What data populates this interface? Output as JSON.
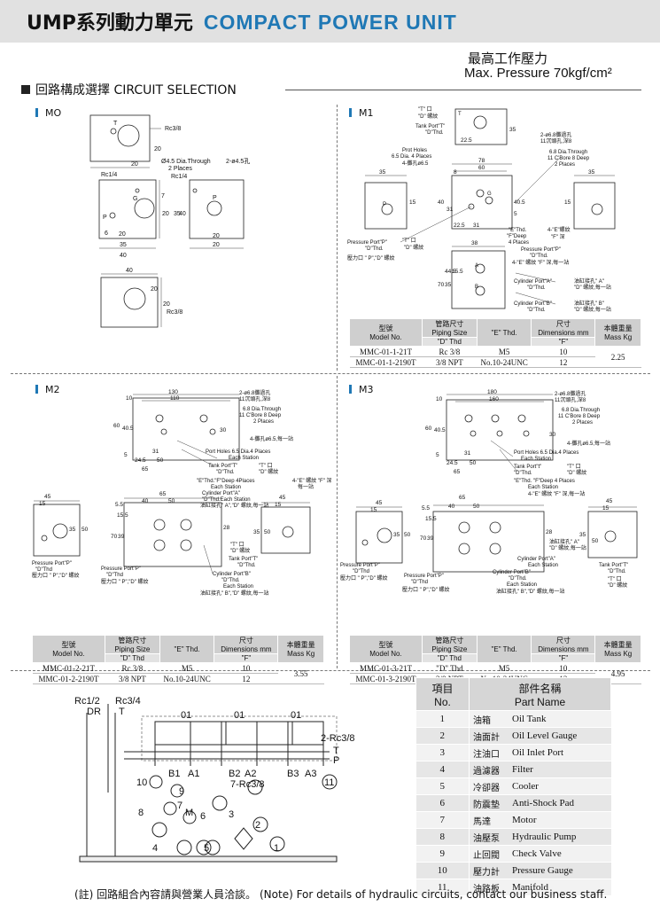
{
  "header": {
    "title_cn": "UMP系列動力單元",
    "title_en": "COMPACT POWER UNIT",
    "max_pressure_cn": "最高工作壓力",
    "max_pressure_en": "Max. Pressure 70kgf/cm²"
  },
  "section": {
    "title": "回路構成選擇 CIRCUIT SELECTION"
  },
  "panels": {
    "mo": {
      "label": "MO",
      "texts": [
        "Rc3/8",
        "Ø4.5 Dia.Through",
        "2-ø4.5孔",
        "2 Places",
        "Rc1/4",
        "Rc1/4",
        "G",
        "P",
        "T",
        "P",
        "Rc3/8"
      ],
      "dims": [
        "20",
        "20",
        "7",
        "20",
        "35",
        "40",
        "6",
        "20",
        "35",
        "40",
        "20",
        "20",
        "40",
        "20",
        "20"
      ]
    },
    "m1": {
      "label": "M1",
      "texts": {
        "t_port": "\"T\" 口",
        "t_thread": "\"D\" 螺紋",
        "tank_port": "Tank Port\"T\"",
        "tank_thd": "\"D\"Thd.",
        "holes_cn1": "2-ø6.8攤過孔",
        "holes_cn2": "11沉頭孔,深8",
        "holes_en1": "6.8 Dia.Through",
        "holes_en2": "11 C'Bore 8 Deep",
        "holes_en3": "2 Places",
        "prot1": "Prot Holes",
        "prot2": "6.5 Dia. 4 Places",
        "prot3": "4-攤孔ø6.5",
        "e_thd": "\"E\"Thd.",
        "f_deep": "\"F\"Deep",
        "four_places": "4 Places",
        "e_cn": "4-\"E\"螺紋",
        "f_cn": "\"F\" 深",
        "press_port": "Pressure Port\"P\"",
        "press_thd": "\"D\"Thd.",
        "tank_cn1": "\"T\" 口",
        "tank_cn2": "\"D\" 螺紋",
        "press_cn": "壓力口 \" P\",\"D\" 螺紋",
        "press_port2": "Pressure Port\"P\"",
        "press_thd2": "\"D\"Thd.",
        "e_cn2": "4-\"E\" 螺紋 \"F\" 深,每一站",
        "cyl_a": "Cylinder Port\"A\"",
        "cyl_a_thd": "\"D\"Thd.",
        "cyl_a_cn1": "油缸接孔\" A\"",
        "cyl_a_cn2": "\"D\" 螺紋,每一站",
        "cyl_b": "Cylinder Port\"B\"",
        "cyl_b_thd": "\"D\"Thd.",
        "cyl_b_cn1": "油缸接孔\" B\"",
        "cyl_b_cn2": "\"D\" 螺紋,每一站",
        "T": "T",
        "P": "P",
        "A": "A",
        "B": "B",
        "G": "G"
      },
      "dims": [
        "35",
        "22.5",
        "78",
        "60",
        "35",
        "8",
        "35",
        "15",
        "40",
        "31",
        "40.5",
        "5",
        "22.5",
        "31",
        "15",
        "38",
        "70",
        "35",
        "44.5",
        "15.5"
      ]
    },
    "m2": {
      "label": "M2",
      "texts": {
        "holes_cn1": "2-ø6.8攤過孔",
        "holes_cn2": "11沉頭孔,深8",
        "holes_en1": "6.8 Dia.Through",
        "holes_en2": "11 C'Bore 8 Deep",
        "holes_en3": "2 Places",
        "holes_cn3": "4-攤孔ø6.5,每一站",
        "port_holes": "Port Holes 6.5 Dia.4 Places",
        "each": "Each Station",
        "tank": "Tank Port\"T\"",
        "tank_thd": "\"D\"Thd.",
        "tank_cn1": "\"T\" 口",
        "tank_cn2": "\"D\" 螺紋",
        "ef": "\"E\"Thd.\"F\"Deep 4Places",
        "ef_each": "Each Station",
        "ef_cn": "4-\"E\" 螺紋 \"F\" 深",
        "ef_cn2": "每一站",
        "cyl_a": "Cylinder Port\"A\"",
        "cyl_a2": "\"D\"Thd.Each Station",
        "cyl_a_cn": "油缸接孔\" A\",\"D\" 螺紋,每一站",
        "t_cn1": "\"T\" 口",
        "t_cn2": "\"D\" 螺紋",
        "tank2": "Tank Port\"T\"",
        "tank2_thd": "\"D\"Thd.",
        "press_l": "Pressure Port\"P\"",
        "press_l_thd": "\"D\"Thd",
        "press_l_cn": "壓力口 \" P\",\"D\" 螺紋",
        "press_c": "Pressure Port\"P\"",
        "press_c_thd": "\"D\"Thd",
        "press_c_cn": "壓力口 \" P\",\"D\" 螺紋",
        "cyl_b": "Cylinder Port\"B\"",
        "cyl_b_thd": "\"D\"Thd.",
        "cyl_b_each": "Each Station",
        "cyl_b_cn": "油缸接孔\" B\",\"D\" 螺紋,每一站"
      },
      "dims": [
        "130",
        "110",
        "10",
        "60",
        "40.5",
        "5",
        "31",
        "24.5",
        "50",
        "65",
        "30",
        "45",
        "15",
        "35",
        "50",
        "65",
        "40",
        "50",
        "28",
        "45",
        "15",
        "35",
        "50",
        "5.5",
        "15.5",
        "70",
        "39"
      ]
    },
    "m3": {
      "label": "M3",
      "texts": {
        "holes_cn1": "2-ø6.8攤過孔",
        "holes_cn2": "11沉頭孔,深8",
        "holes_en1": "6.8 Dia.Through",
        "holes_en2": "11 C'Bore 8 Deep",
        "holes_en3": "2 Places",
        "holes_cn3": "4-攤孔ø6.5,每一站",
        "port_holes": "Port Holes 6.5 Dia.4 Places",
        "each": "Each Station",
        "tank": "Tank Port\"t\"",
        "tank_thd": "\"D\"Thd.",
        "tank_cn1": "\"T\" 口",
        "tank_cn2": "\"D\" 螺紋",
        "ef": "\"E\"Thd. \"F\"Deep 4 Places",
        "ef_each": "Each Station",
        "ef_cn": "4-\"E\" 螺紋 \"F\" 深,每一站",
        "cyl_a_cn1": "油缸接孔\" A\"",
        "cyl_a_cn2": "\"D\" 螺紋,每一站",
        "cyl_a": "Cylinder Port\"A\"",
        "cyl_a_each": "Each Station",
        "cyl_b": "Cylinder Port\"B\"",
        "cyl_b_thd": "\"D\"Thd.",
        "cyl_b_each": "Each Station",
        "cyl_b_cn": "油缸接孔\" B\",\"D\" 螺紋,每一站",
        "press_l": "Pressure Port\"P\"",
        "press_l_thd": "\"D\"Thd",
        "press_l_cn": "壓力口 \" P\",\"D\" 螺紋",
        "press_c": "Pressure Port\"P\"",
        "press_c_thd": "\"D\"Thd",
        "press_c_cn": "壓力口 \" P\",\"D\" 螺紋",
        "tank_r": "Tank Port\"T\"",
        "tank_r_thd": "\"D\"Thd.",
        "tank_r_cn1": "\"T\" 口",
        "tank_r_cn2": "\"D\" 螺紋"
      },
      "dims": [
        "180",
        "160",
        "10",
        "60",
        "40.5",
        "5",
        "31",
        "24.5",
        "50",
        "65",
        "30",
        "45",
        "15",
        "35",
        "50",
        "65",
        "40",
        "50",
        "28",
        "45",
        "15",
        "35",
        "50",
        "5.5",
        "15.5",
        "70",
        "39"
      ]
    }
  },
  "spec_tables": {
    "m1": {
      "headers": {
        "model_cn": "型號",
        "model_en": "Model No.",
        "pipe_cn": "管路尺寸",
        "pipe_en": "Piping Size",
        "pipe_d": "\"D\" Thd",
        "e": "\"E\" Thd.",
        "dim_cn": "尺寸",
        "dim_en": "Dimensions mm",
        "dim_f": "\"F\"",
        "w_cn": "本體重量",
        "w_en": "Mass Kg"
      },
      "rows": [
        {
          "model": "MMC-01-1-21T",
          "pipe": "Rc 3/8",
          "e": "M5",
          "f": "10"
        },
        {
          "model": "MMC-01-1-2190T",
          "pipe": "3/8 NPT",
          "e": "No.10-24UNC",
          "f": "12"
        }
      ],
      "mass": "2.25"
    },
    "m2": {
      "headers": {
        "model_cn": "型號",
        "model_en": "Model No.",
        "pipe_cn": "管路尺寸",
        "pipe_en": "Piping Size",
        "pipe_d": "\"D\" Thd",
        "e": "\"E\" Thd.",
        "dim_cn": "尺寸",
        "dim_en": "Dimensions mm",
        "dim_f": "\"F\"",
        "w_cn": "本體重量",
        "w_en": "Mass Kg"
      },
      "rows": [
        {
          "model": "MMC-01-2-21T",
          "pipe": "Rc 3/8",
          "e": "M5",
          "f": "10"
        },
        {
          "model": "MMC-01-2-2190T",
          "pipe": "3/8 NPT",
          "e": "No.10-24UNC",
          "f": "12"
        }
      ],
      "mass": "3.55"
    },
    "m3": {
      "headers": {
        "model_cn": "型號",
        "model_en": "Model No.",
        "pipe_cn": "管路尺寸",
        "pipe_en": "Piping Size",
        "pipe_d": "\"D\" Thd",
        "e": "\"E\" Thd.",
        "dim_cn": "尺寸",
        "dim_en": "Dimensions mm",
        "dim_f": "\"F\"",
        "w_cn": "本體重量",
        "w_en": "Mass Kg"
      },
      "rows": [
        {
          "model": "MMC-01-3-21T",
          "pipe": "\"D\" Thd",
          "e": "M5",
          "f": "10"
        },
        {
          "model": "MMC-01-3-2190T",
          "pipe": "3/8 NPT",
          "e": "No.10-24UNC",
          "f": "12"
        }
      ],
      "mass": "4.95"
    }
  },
  "circuit": {
    "labels": [
      "Rc1/2",
      "Rc3/4",
      "DR",
      "T",
      "01",
      "01",
      "01",
      "2-Rc3/8",
      "T",
      "P",
      "B1",
      "A1",
      "B2",
      "A2",
      "7-Rc3/8",
      "B3",
      "A3",
      "11",
      "10",
      "9",
      "8",
      "M",
      "7",
      "6",
      "3",
      "2",
      "4",
      "5",
      "1"
    ]
  },
  "parts_table": {
    "header_no_cn": "項目",
    "header_no_en": "No.",
    "header_name_cn": "部件名稱",
    "header_name_en": "Part Name",
    "rows": [
      {
        "no": "1",
        "cn": "油箱",
        "en": "Oil Tank"
      },
      {
        "no": "2",
        "cn": "油面計",
        "en": "Oil Level Gauge"
      },
      {
        "no": "3",
        "cn": "注油口",
        "en": "Oil Inlet Port"
      },
      {
        "no": "4",
        "cn": "過濾器",
        "en": "Filter"
      },
      {
        "no": "5",
        "cn": "冷卻器",
        "en": "Cooler"
      },
      {
        "no": "6",
        "cn": "防震墊",
        "en": "Anti-Shock Pad"
      },
      {
        "no": "7",
        "cn": "馬達",
        "en": "Motor"
      },
      {
        "no": "8",
        "cn": "油壓泵",
        "en": "Hydraulic Pump"
      },
      {
        "no": "9",
        "cn": "止回閥",
        "en": "Check Valve"
      },
      {
        "no": "10",
        "cn": "壓力計",
        "en": "Pressure Gauge"
      },
      {
        "no": "11",
        "cn": "油路板",
        "en": "Manifold"
      }
    ]
  },
  "note": "(註) 回路組合內容請與營業人員洽談。  (Note) For details of hydraulic circuits, contact our business staff."
}
